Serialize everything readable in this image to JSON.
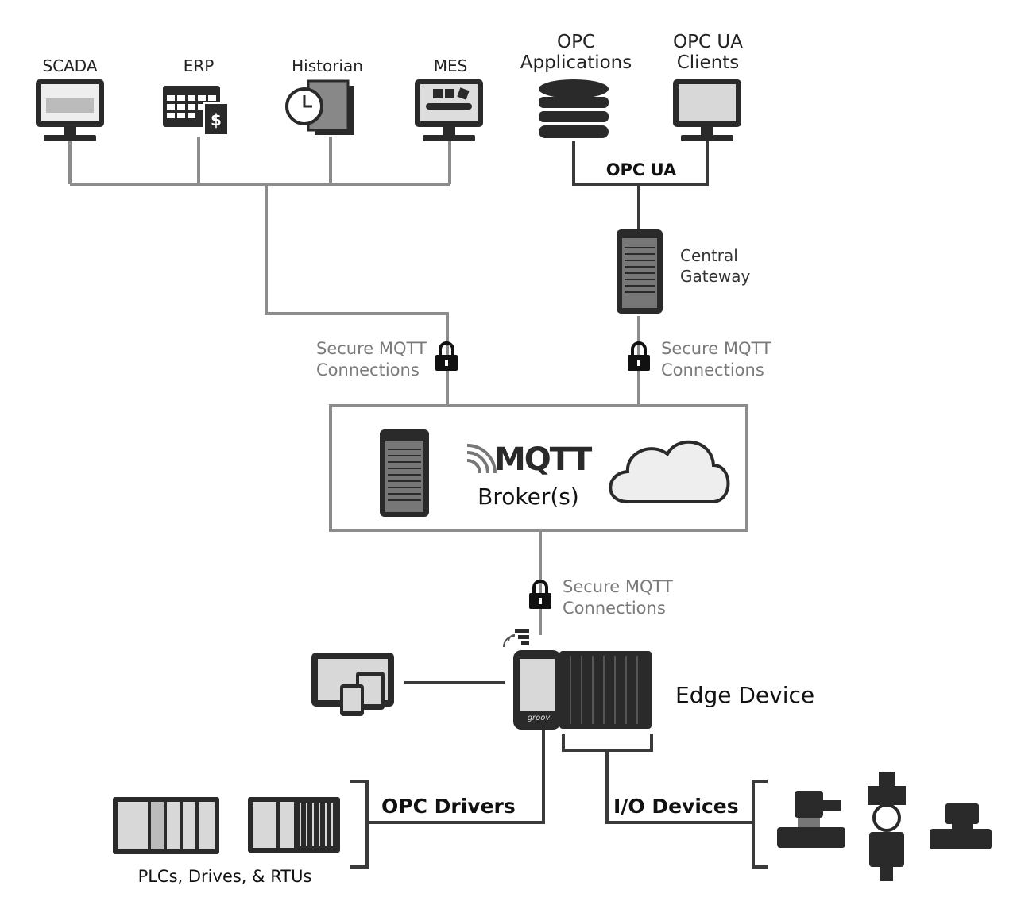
{
  "nodes": {
    "scada": "SCADA",
    "erp": "ERP",
    "historian": "Historian",
    "mes": "MES",
    "opc_apps": [
      "OPC",
      "Applications"
    ],
    "opc_ua_clients": [
      "OPC UA",
      "Clients"
    ],
    "opc_ua_bus": "OPC UA",
    "central_gateway": [
      "Central",
      "Gateway"
    ],
    "secure_left": [
      "Secure MQTT",
      "Connections"
    ],
    "secure_right": [
      "Secure MQTT",
      "Connections"
    ],
    "secure_bottom": [
      "Secure MQTT",
      "Connections"
    ],
    "mqtt_logo": "MQTT",
    "broker": "Broker(s)",
    "edge_device": "Edge Device",
    "groov": "groov",
    "opc_drivers": "OPC Drivers",
    "io_devices": "I/O Devices",
    "plcs": "PLCs, Drives, & RTUs"
  },
  "colors": {
    "line": "#8c8c8c",
    "dark_line": "#3a3a3a",
    "device_dark": "#2a2a2a",
    "device_light": "#d8d8d8",
    "secure_text": "#7a7a7a"
  },
  "icons": [
    "monitor-icon",
    "calendar-dollar-icon",
    "clock-documents-icon",
    "conveyor-icon",
    "database-icon",
    "server-icon",
    "lock-icon",
    "cloud-icon",
    "mqtt-logo-icon",
    "tablet-phone-icon",
    "edge-controller-icon",
    "plc-icon",
    "rtu-icon",
    "valve-icon",
    "filter-regulator-icon",
    "flow-meter-icon"
  ]
}
